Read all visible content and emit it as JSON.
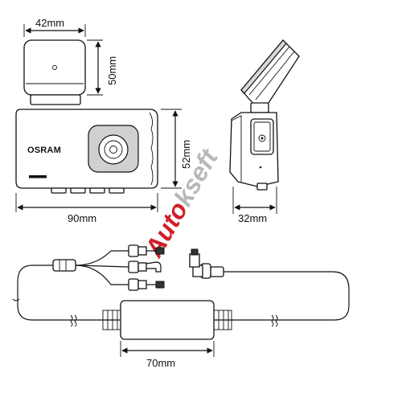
{
  "brand": {
    "logo_text": "OSRAM"
  },
  "dimensions": {
    "front_mount_width": "42mm",
    "front_mount_height": "50mm",
    "front_body_height": "52mm",
    "front_body_width": "90mm",
    "side_depth": "32mm",
    "power_box_width": "70mm"
  },
  "watermark": {
    "text_red": "Auto",
    "text_gray": "kseft"
  },
  "colors": {
    "line": "#111111",
    "lens_outer": "#d0d0d0",
    "watermark_red": "#d01f2a",
    "watermark_gray": "#b8b8b8"
  }
}
